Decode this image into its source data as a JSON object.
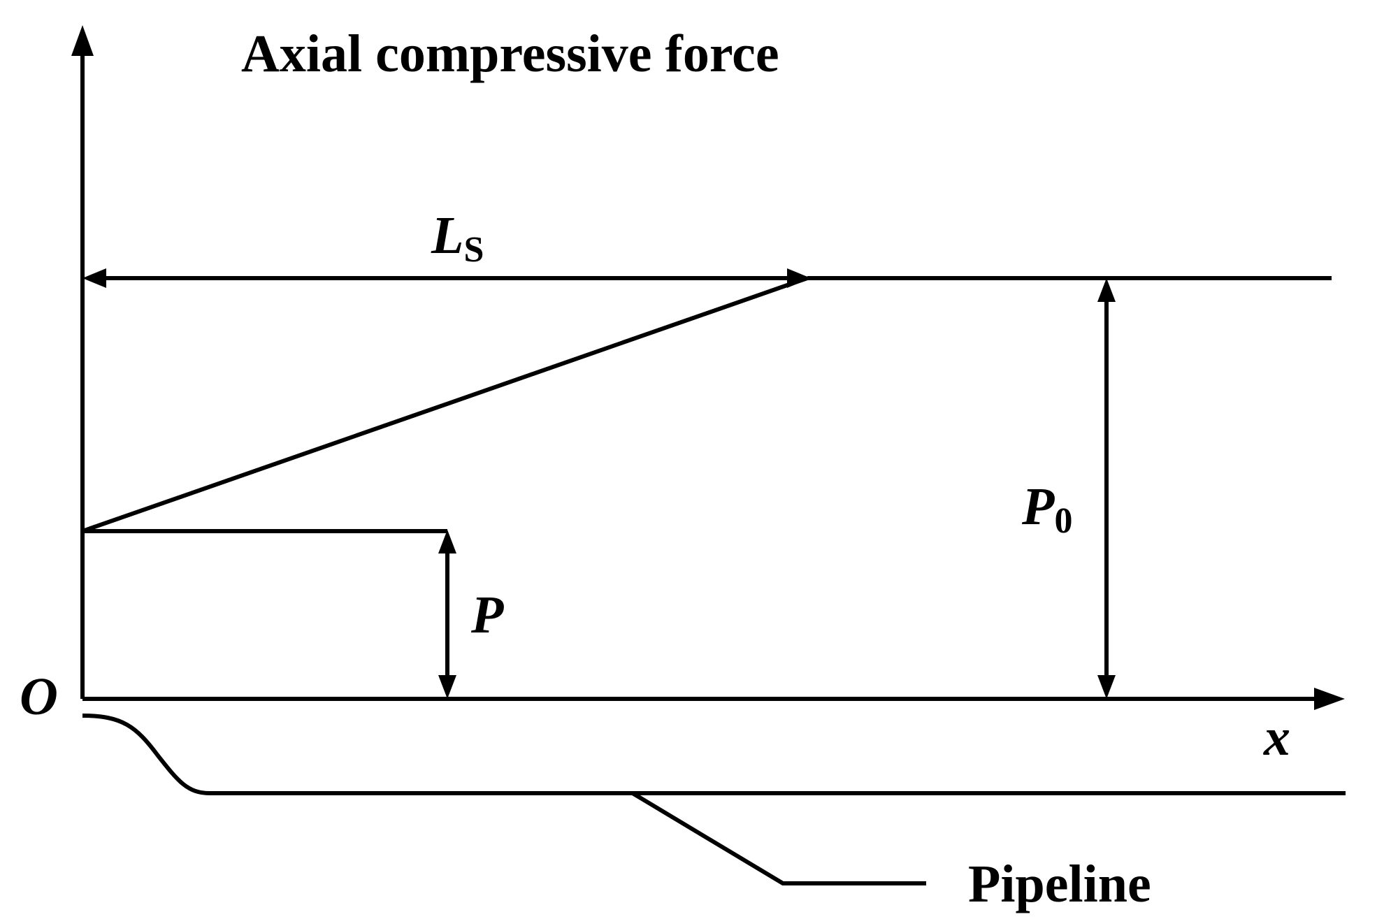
{
  "title": "Axial compressive force",
  "labels": {
    "origin": "O",
    "x_axis": "x",
    "ls_main": "L",
    "ls_sub": "S",
    "p0_main": "P",
    "p0_sub": "0",
    "p": "P",
    "pipeline": "Pipeline"
  },
  "colors": {
    "stroke": "#000000",
    "background": "#ffffff"
  }
}
